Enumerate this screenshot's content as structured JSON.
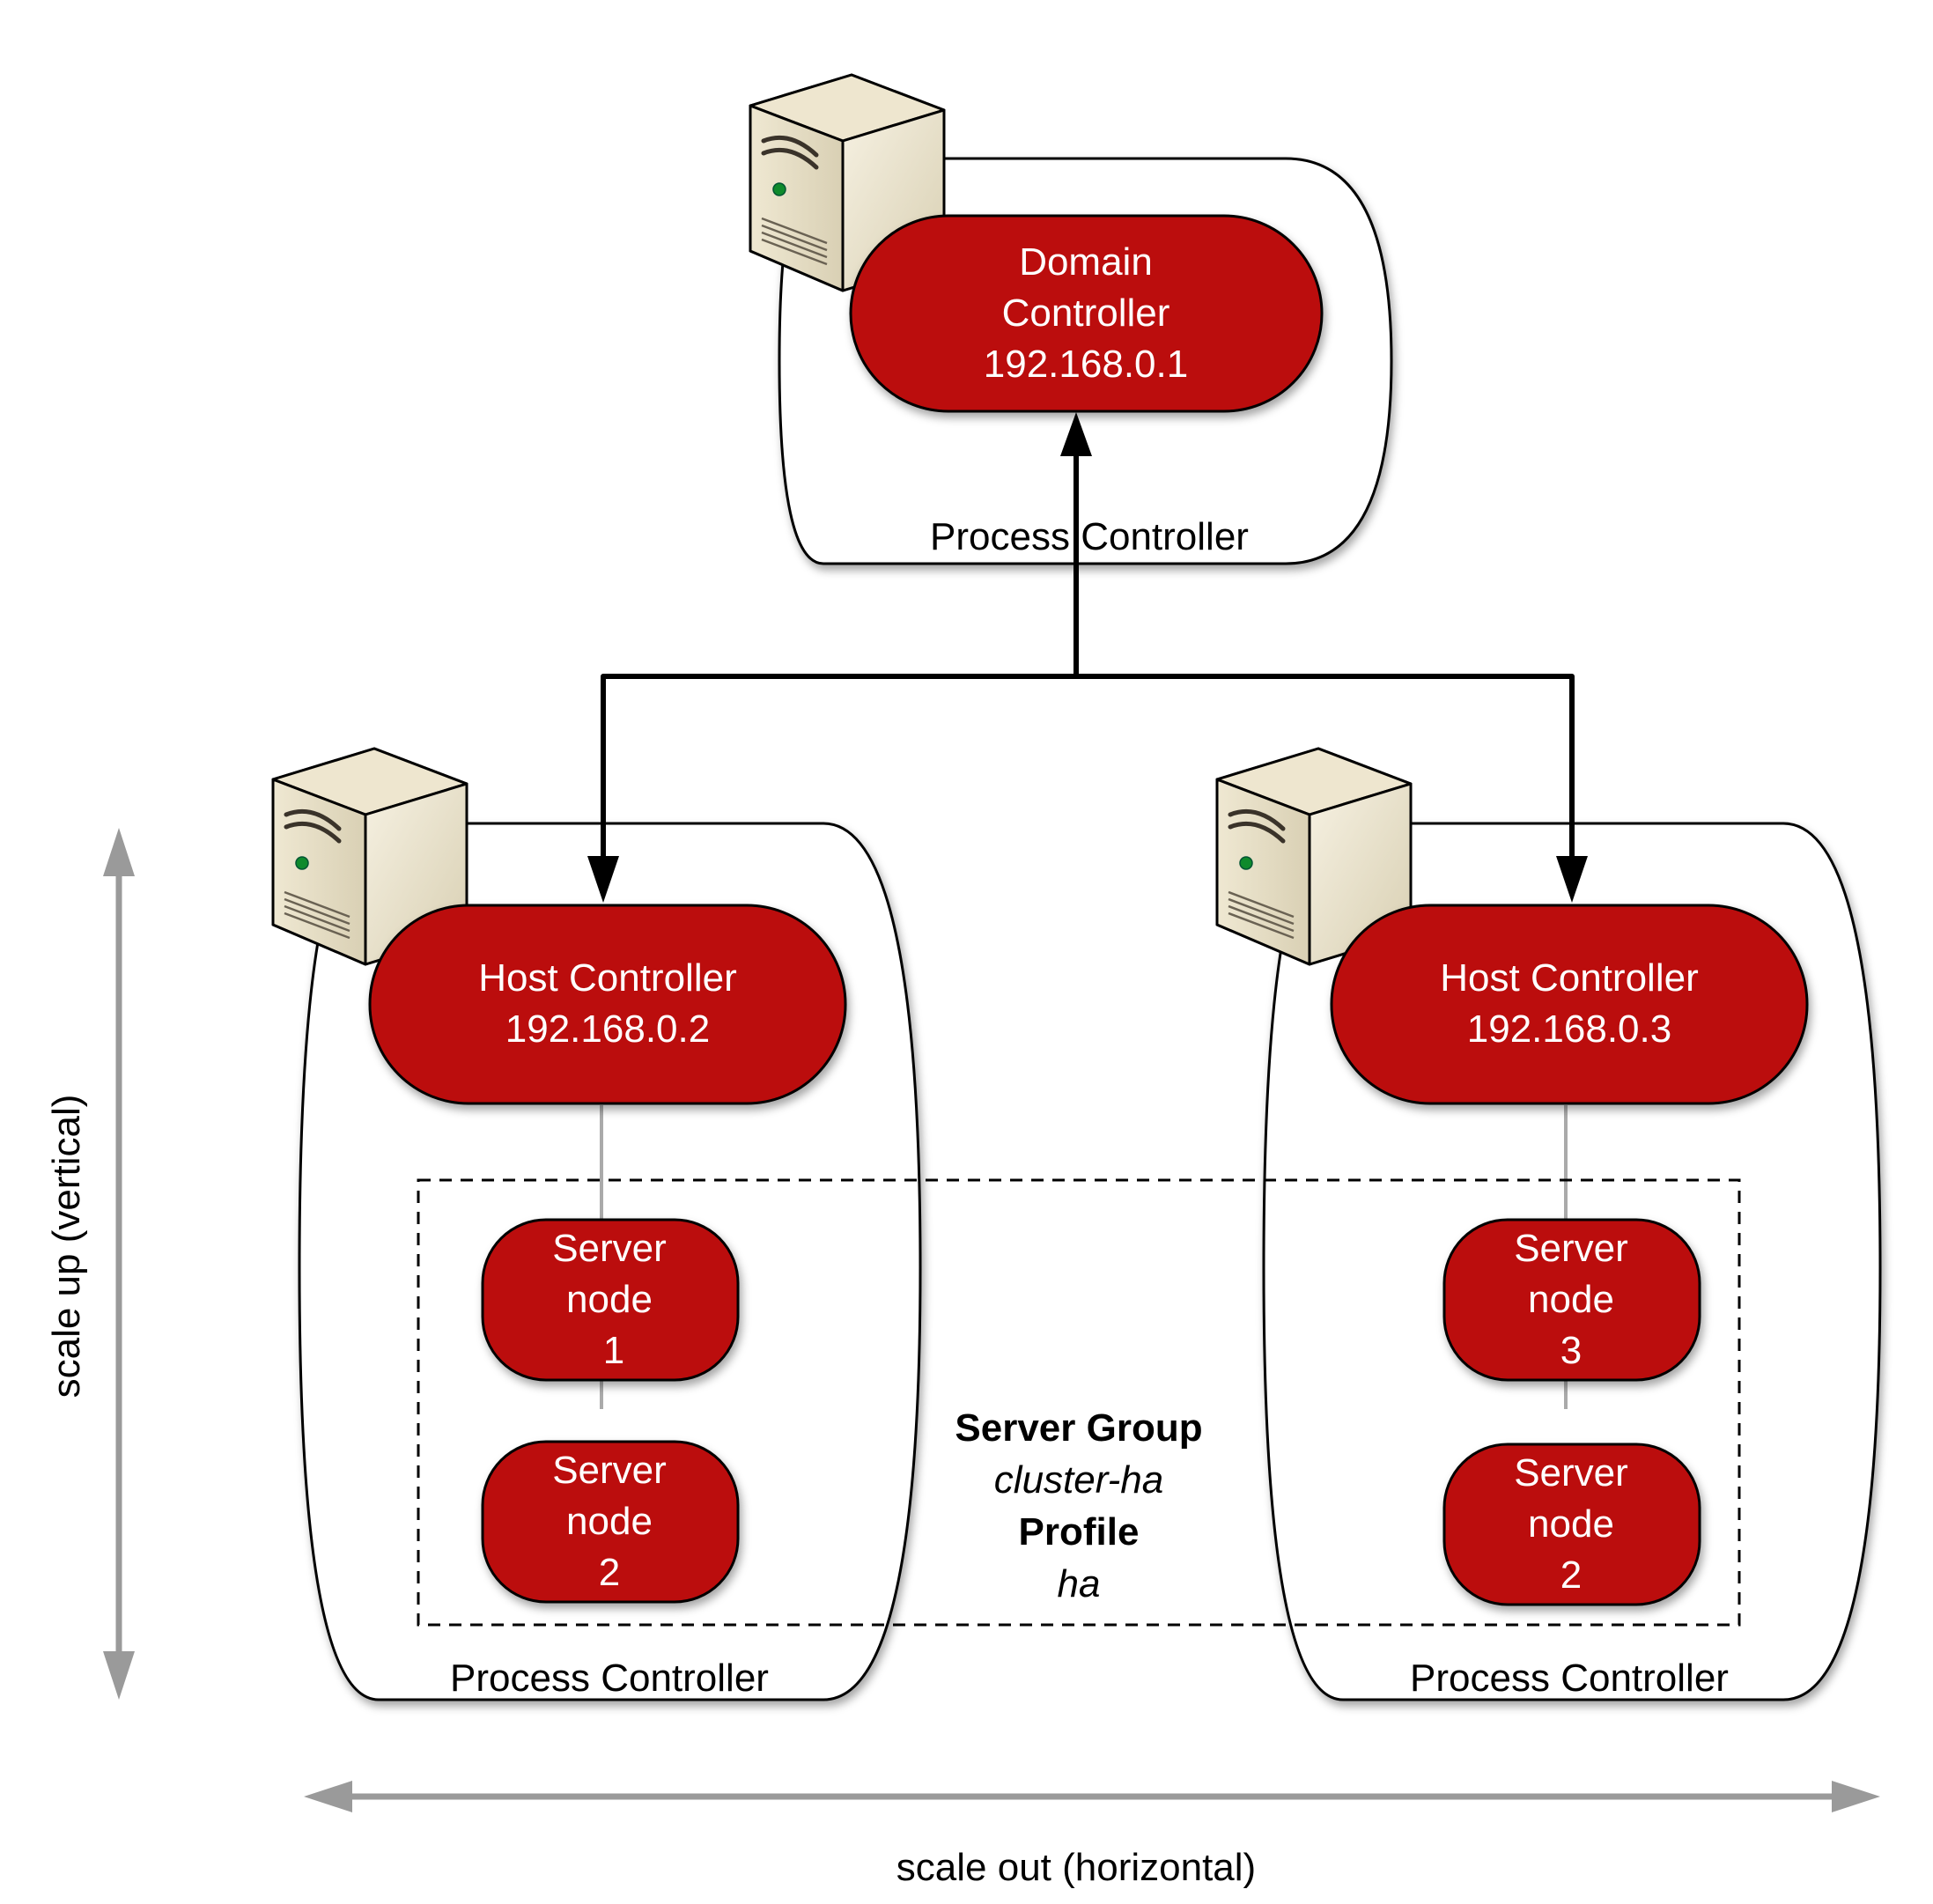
{
  "domain_controller": {
    "lines": [
      "Domain",
      "Controller",
      "192.168.0.1"
    ],
    "process_label": "Process Controller"
  },
  "host_left": {
    "lines": [
      "Host Controller",
      "192.168.0.2"
    ],
    "process_label": "Process Controller",
    "nodes": [
      {
        "lines": [
          "Server",
          "node",
          "1"
        ]
      },
      {
        "lines": [
          "Server",
          "node",
          "2"
        ]
      }
    ]
  },
  "host_right": {
    "lines": [
      "Host Controller",
      "192.168.0.3"
    ],
    "process_label": "Process Controller",
    "nodes": [
      {
        "lines": [
          "Server",
          "node",
          "3"
        ]
      },
      {
        "lines": [
          "Server",
          "node",
          "2"
        ]
      }
    ]
  },
  "server_group": {
    "group_heading": "Server Group",
    "group_name": "cluster-ha",
    "profile_heading": "Profile",
    "profile_name": "ha"
  },
  "axes": {
    "vertical": "scale up (vertical)",
    "horizontal": "scale out (horizontal)"
  },
  "colors": {
    "controller_fill": "#bb1111",
    "axis_gray": "#9a9a9a",
    "server_beige": "#e4dcc4"
  },
  "icons": [
    "server-tower-icon"
  ]
}
